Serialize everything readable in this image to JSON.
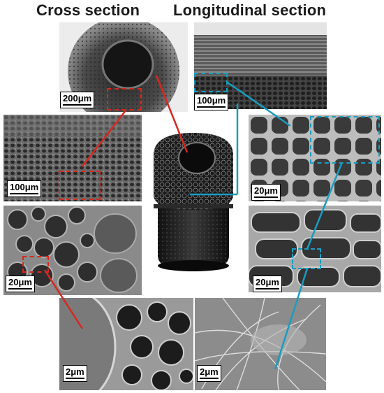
{
  "headings": {
    "left": "Cross section",
    "right": "Longitudinal section"
  },
  "scale_bars": {
    "cross_overview": "200μm",
    "long_overview": "100μm",
    "cross_mid": "100μm",
    "long_mid": "20μm",
    "cross_detail": "20μm",
    "long_detail": "20μm",
    "cross_zoom": "2μm",
    "long_zoom": "2μm"
  },
  "colors": {
    "cross_section_connector": "#d6281f",
    "longitudinal_section_connector": "#1a9cc0"
  }
}
